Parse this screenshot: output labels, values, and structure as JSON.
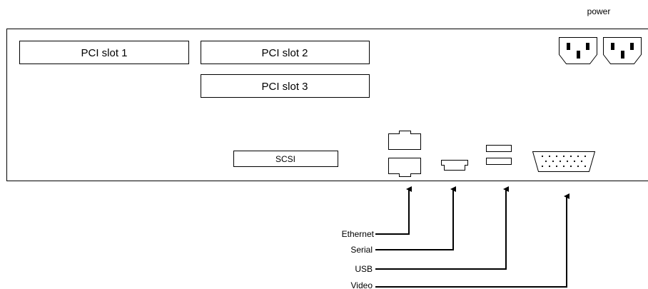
{
  "power": {
    "label": "power"
  },
  "slots": [
    {
      "label": "PCI slot 1"
    },
    {
      "label": "PCI slot 2"
    },
    {
      "label": "PCI slot 3"
    }
  ],
  "scsi": {
    "label": "SCSI"
  },
  "ports": {
    "ethernet": "Ethernet",
    "serial": "Serial",
    "usb": "USB",
    "video": "Video"
  }
}
